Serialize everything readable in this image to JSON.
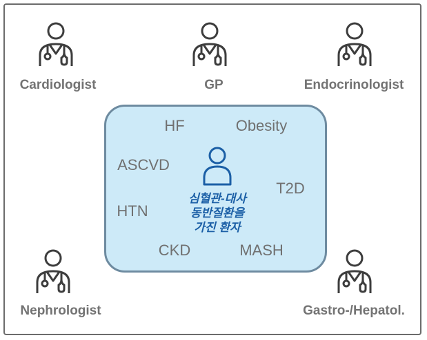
{
  "specialists": [
    {
      "id": "cardiologist",
      "label": "Cardiologist"
    },
    {
      "id": "gp",
      "label": "GP"
    },
    {
      "id": "endocrinologist",
      "label": "Endocrinologist"
    },
    {
      "id": "nephrologist",
      "label": "Nephrologist"
    },
    {
      "id": "gastro-hepatol",
      "label": "Gastro-/Hepatol."
    }
  ],
  "conditions": [
    {
      "id": "hf",
      "label": "HF"
    },
    {
      "id": "obesity",
      "label": "Obesity"
    },
    {
      "id": "ascvd",
      "label": "ASCVD"
    },
    {
      "id": "t2d",
      "label": "T2D"
    },
    {
      "id": "htn",
      "label": "HTN"
    },
    {
      "id": "ckd",
      "label": "CKD"
    },
    {
      "id": "mash",
      "label": "MASH"
    }
  ],
  "patient": {
    "label_lines": [
      "심혈관-대사",
      "동반질환을",
      "가진 환자"
    ]
  },
  "colors": {
    "frame": "#6b6b6b",
    "doctor_icon": "#3d3d3d",
    "specialist_text": "#737373",
    "core_fill": "#cdeaf8",
    "core_border": "#6e8ba0",
    "condition_text": "#707070",
    "patient_icon": "#1b5fa6",
    "patient_text": "#1b5fa6"
  }
}
